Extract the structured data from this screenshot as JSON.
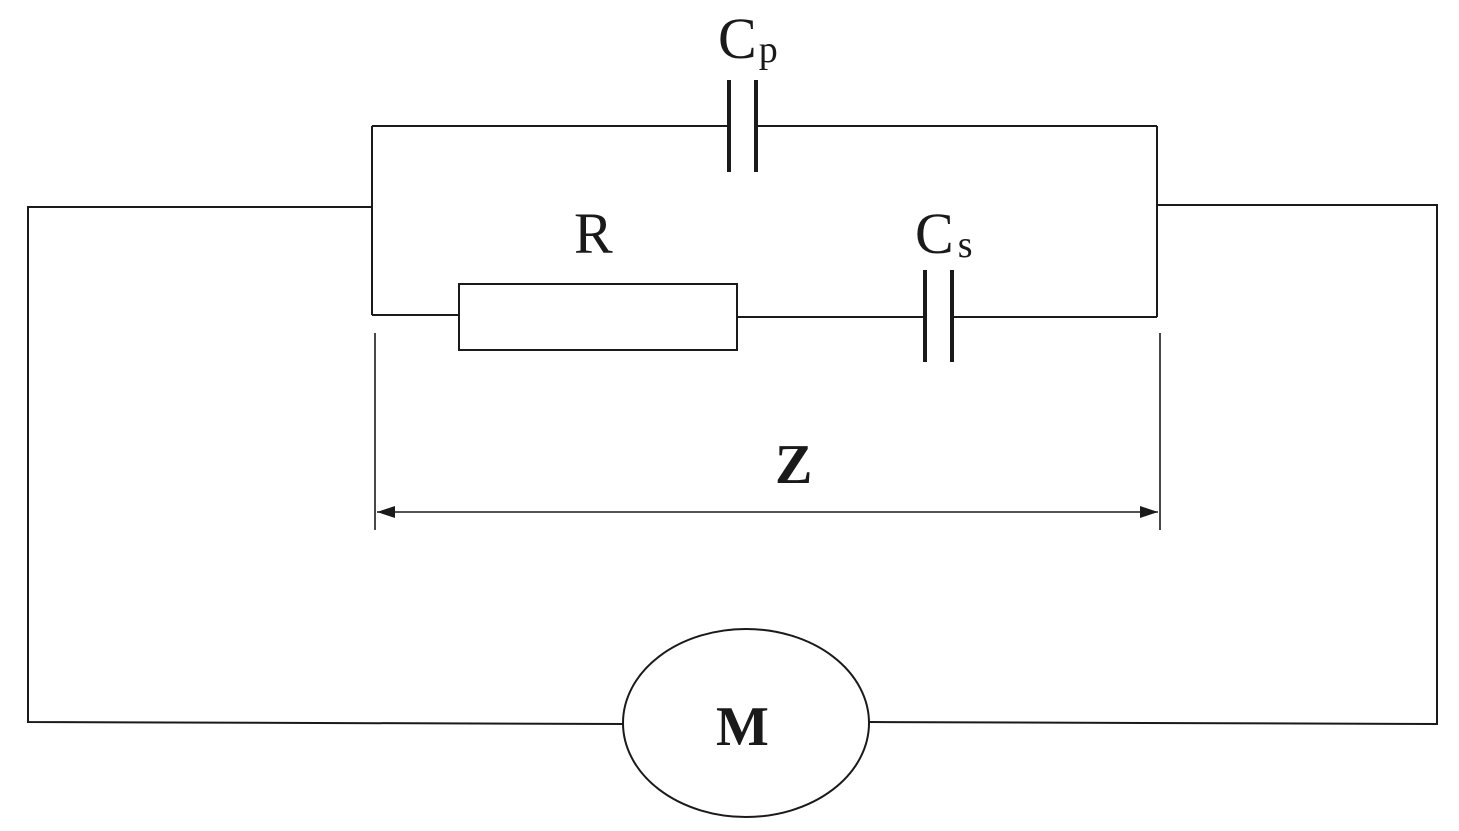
{
  "labels": {
    "cp_main": "C",
    "cp_sub": "p",
    "r": "R",
    "cs_main": "C",
    "cs_sub": "s",
    "z": "Z",
    "meter": "M"
  }
}
